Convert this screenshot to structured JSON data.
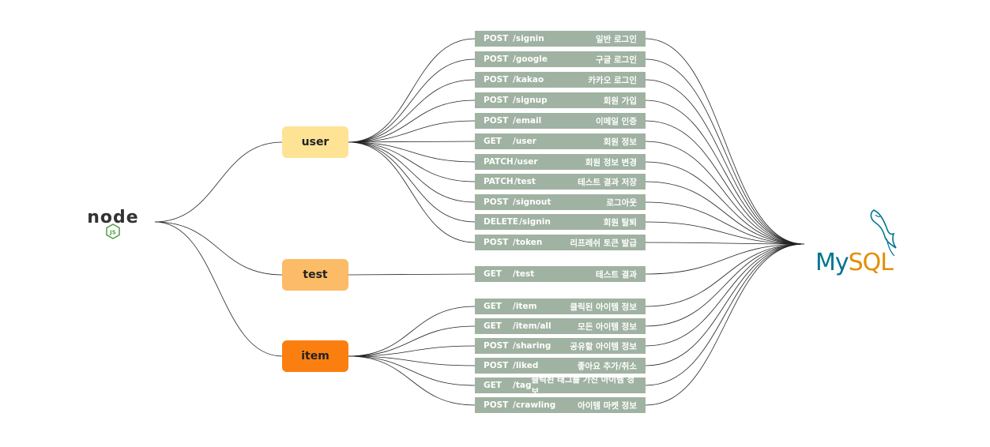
{
  "source": {
    "logo_name": "node-js-logo",
    "wordmark": "node",
    "badge": "JS"
  },
  "target": {
    "logo_name": "mysql-logo",
    "wordmark_my": "My",
    "wordmark_sql": "SQL"
  },
  "colors": {
    "route_bg": "#a0b2a2",
    "route_text": "#ffffff",
    "user": "#fee395",
    "test": "#fcbb66",
    "item": "#fb7f10",
    "mysql_blue": "#00758f",
    "mysql_orange": "#e48e00",
    "node_green": "#539e43"
  },
  "groups": [
    {
      "label": "user",
      "routes": [
        {
          "method": "POST",
          "path": "/signin",
          "desc": "일반 로그인"
        },
        {
          "method": "POST",
          "path": "/google",
          "desc": "구글 로그인"
        },
        {
          "method": "POST",
          "path": "/kakao",
          "desc": "카카오 로그인"
        },
        {
          "method": "POST",
          "path": "/signup",
          "desc": "회원 가입"
        },
        {
          "method": "POST",
          "path": "/email",
          "desc": "이메일 인증"
        },
        {
          "method": "GET",
          "path": "/user",
          "desc": "회원 정보"
        },
        {
          "method": "PATCH",
          "path": "/user",
          "desc": "회원 정보 변경"
        },
        {
          "method": "PATCH",
          "path": "/test",
          "desc": "테스트 결과 저장"
        },
        {
          "method": "POST",
          "path": "/signout",
          "desc": "로그아웃"
        },
        {
          "method": "DELETE",
          "path": "/signin",
          "desc": "회원 탈퇴"
        },
        {
          "method": "POST",
          "path": "/token",
          "desc": "리프레쉬 토큰 발급"
        }
      ]
    },
    {
      "label": "test",
      "routes": [
        {
          "method": "GET",
          "path": "/test",
          "desc": "테스트 결과"
        }
      ]
    },
    {
      "label": "item",
      "routes": [
        {
          "method": "GET",
          "path": "/item",
          "desc": "클릭된 아이템 정보"
        },
        {
          "method": "GET",
          "path": "/item/all",
          "desc": "모든 아이템 정보"
        },
        {
          "method": "POST",
          "path": "/sharing",
          "desc": "공유할 아이템 정보"
        },
        {
          "method": "POST",
          "path": "/liked",
          "desc": "좋아요 추가/취소"
        },
        {
          "method": "GET",
          "path": "/tag",
          "desc": "클릭된 태그를 가진 아이템 정보"
        },
        {
          "method": "POST",
          "path": "/crawling",
          "desc": "아이템 마켓 정보"
        }
      ]
    }
  ]
}
